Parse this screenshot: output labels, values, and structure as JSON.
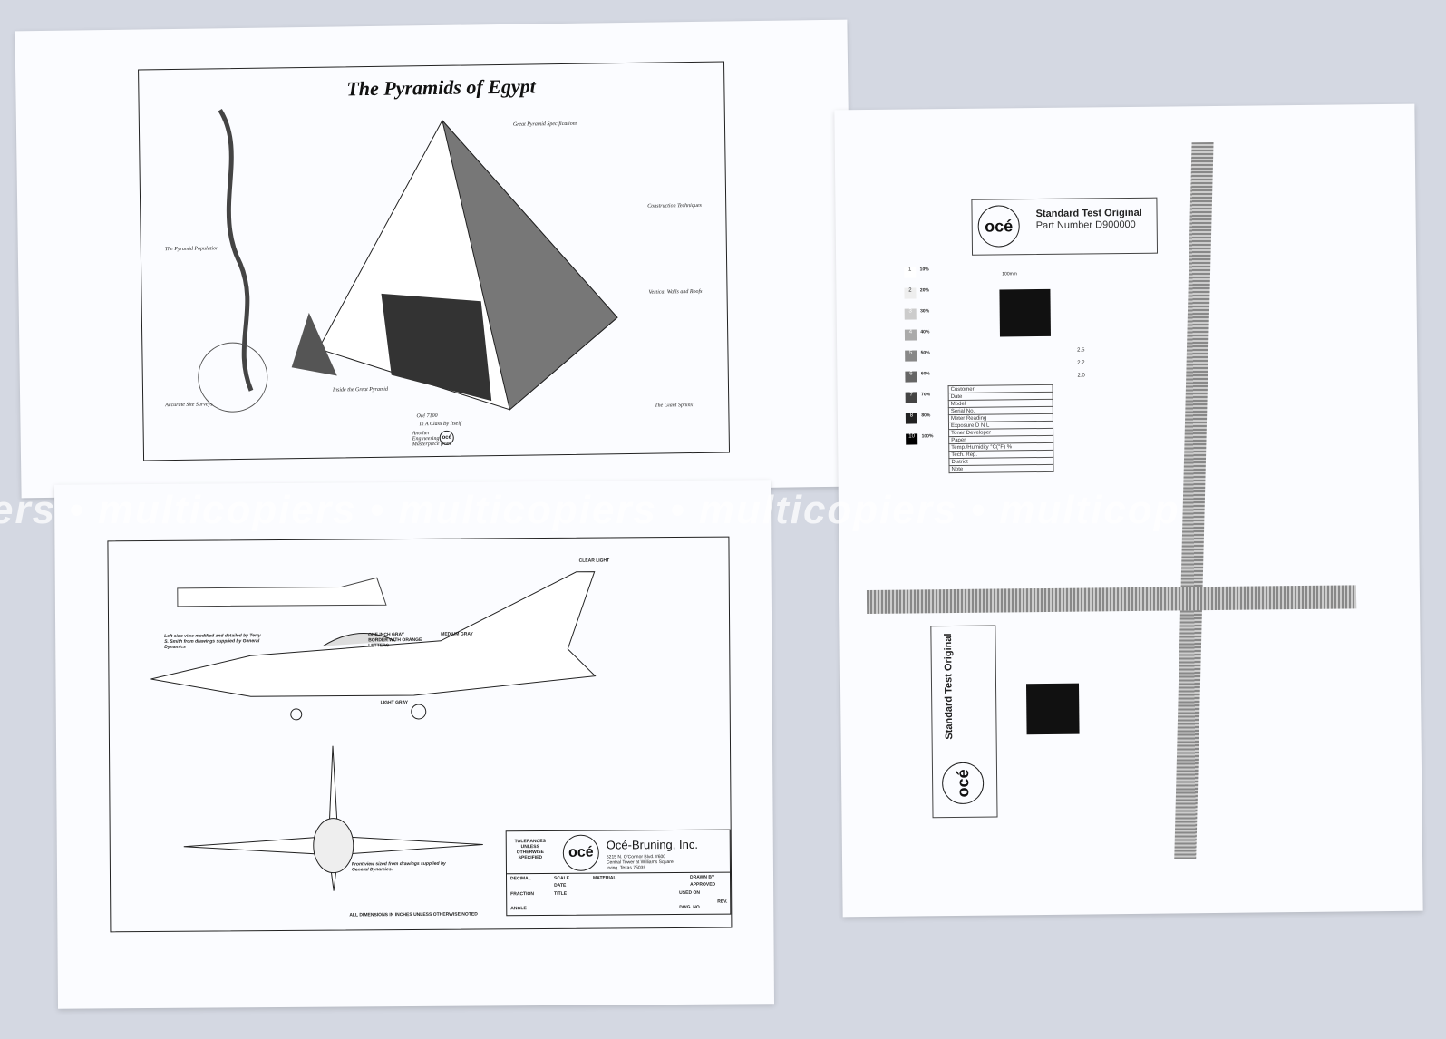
{
  "watermark": "ers • multicopiers • multicopiers • multicopiers • multicop",
  "pyramids": {
    "title": "The Pyramids of Egypt",
    "sections": [
      "The Pyramid Population",
      "Great Pyramid Specifications",
      "Construction Techniques",
      "Vertical Walls and Roofs",
      "Accurate Site Surveys",
      "Inside the Great Pyramid",
      "The Giant Sphinx"
    ],
    "model": "Océ 7100",
    "tagline": "In A Class By Itself",
    "footer": "Another Engineering Masterpiece from",
    "logo": "océ"
  },
  "jet": {
    "labels": [
      "CLEAR LIGHT",
      "MEDIUM GRAY",
      "LIGHT GRAY",
      "ONE INCH GRAY BORDER WITH ORANGE LETTERS"
    ],
    "note_side": "Left side view modified and detailed by Terry S. Smith from drawings supplied by General Dynamics",
    "note_front": "Front view sized from drawings supplied by General Dynamics.",
    "footer": "ALL DIMENSIONS IN INCHES UNLESS OTHERWISE NOTED",
    "titleblock": {
      "tolerances": "TOLERANCES UNLESS OTHERWISE SPECIFIED",
      "logo": "océ",
      "company": "Océ-Bruning, Inc.",
      "address": [
        "5215 N. O'Connor Blvd. #600",
        "Central Tower at Williams Square",
        "Irving, Texas 75039"
      ],
      "fields": [
        "DECIMAL",
        "FRACTION",
        "ANGLE",
        "SCALE",
        "DATE",
        "TITLE",
        "MATERIAL",
        "DRAWN BY",
        "APPROVED",
        "USED ON",
        "DWG. NO.",
        "REV."
      ]
    }
  },
  "test": {
    "logo": "océ",
    "title": "Standard Test Original",
    "part": "Part Number D900000",
    "dim": "100mm",
    "percents": [
      "10%",
      "20%",
      "30%",
      "40%",
      "50%",
      "60%",
      "70%",
      "80%",
      "100%"
    ],
    "steps": [
      "1",
      "2",
      "3",
      "4",
      "5",
      "6",
      "7",
      "8",
      "10"
    ],
    "form": [
      "Customer",
      "Date",
      "Model",
      "Serial No.",
      "Meter Reading",
      "Exposure     D     N     L",
      "Toner          Developer",
      "Paper",
      "Temp./Humidity    °C(°F)    %",
      "Tech. Rep.",
      "District",
      "Note"
    ],
    "resolution": [
      "2.5",
      "2.2",
      "2.0"
    ]
  }
}
